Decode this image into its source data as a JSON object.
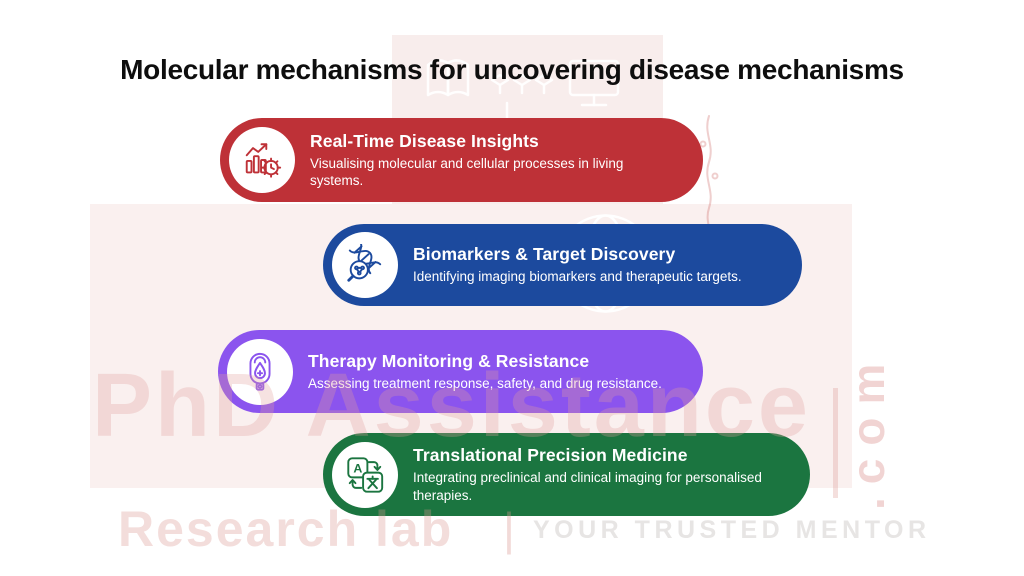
{
  "title": "Molecular mechanisms for uncovering disease mechanisms",
  "cards": [
    {
      "title": "Real-Time Disease Insights",
      "description": "Visualising molecular and cellular processes in living systems.",
      "color": "#BE3137",
      "icon": "bar-chart-gear-icon"
    },
    {
      "title": "Biomarkers & Target Discovery",
      "description": "Identifying imaging biomarkers and therapeutic targets.",
      "color": "#1C4A9E",
      "icon": "dna-magnifier-icon"
    },
    {
      "title": "Therapy Monitoring & Resistance",
      "description": "Assessing treatment response, safety, and drug resistance.",
      "color": "#8B54EE",
      "icon": "infusion-monitor-icon"
    },
    {
      "title": "Translational Precision Medicine",
      "description": "Integrating preclinical and clinical imaging for personalised therapies.",
      "color": "#1B7540",
      "icon": "translation-icon",
      "icon_glyph": "A"
    }
  ],
  "watermark": {
    "brand": "PhD Assistance",
    "domain": ".com",
    "tagline_left": "Research lab",
    "divider": "|",
    "tagline_right": "YOUR TRUSTED MENTOR"
  }
}
